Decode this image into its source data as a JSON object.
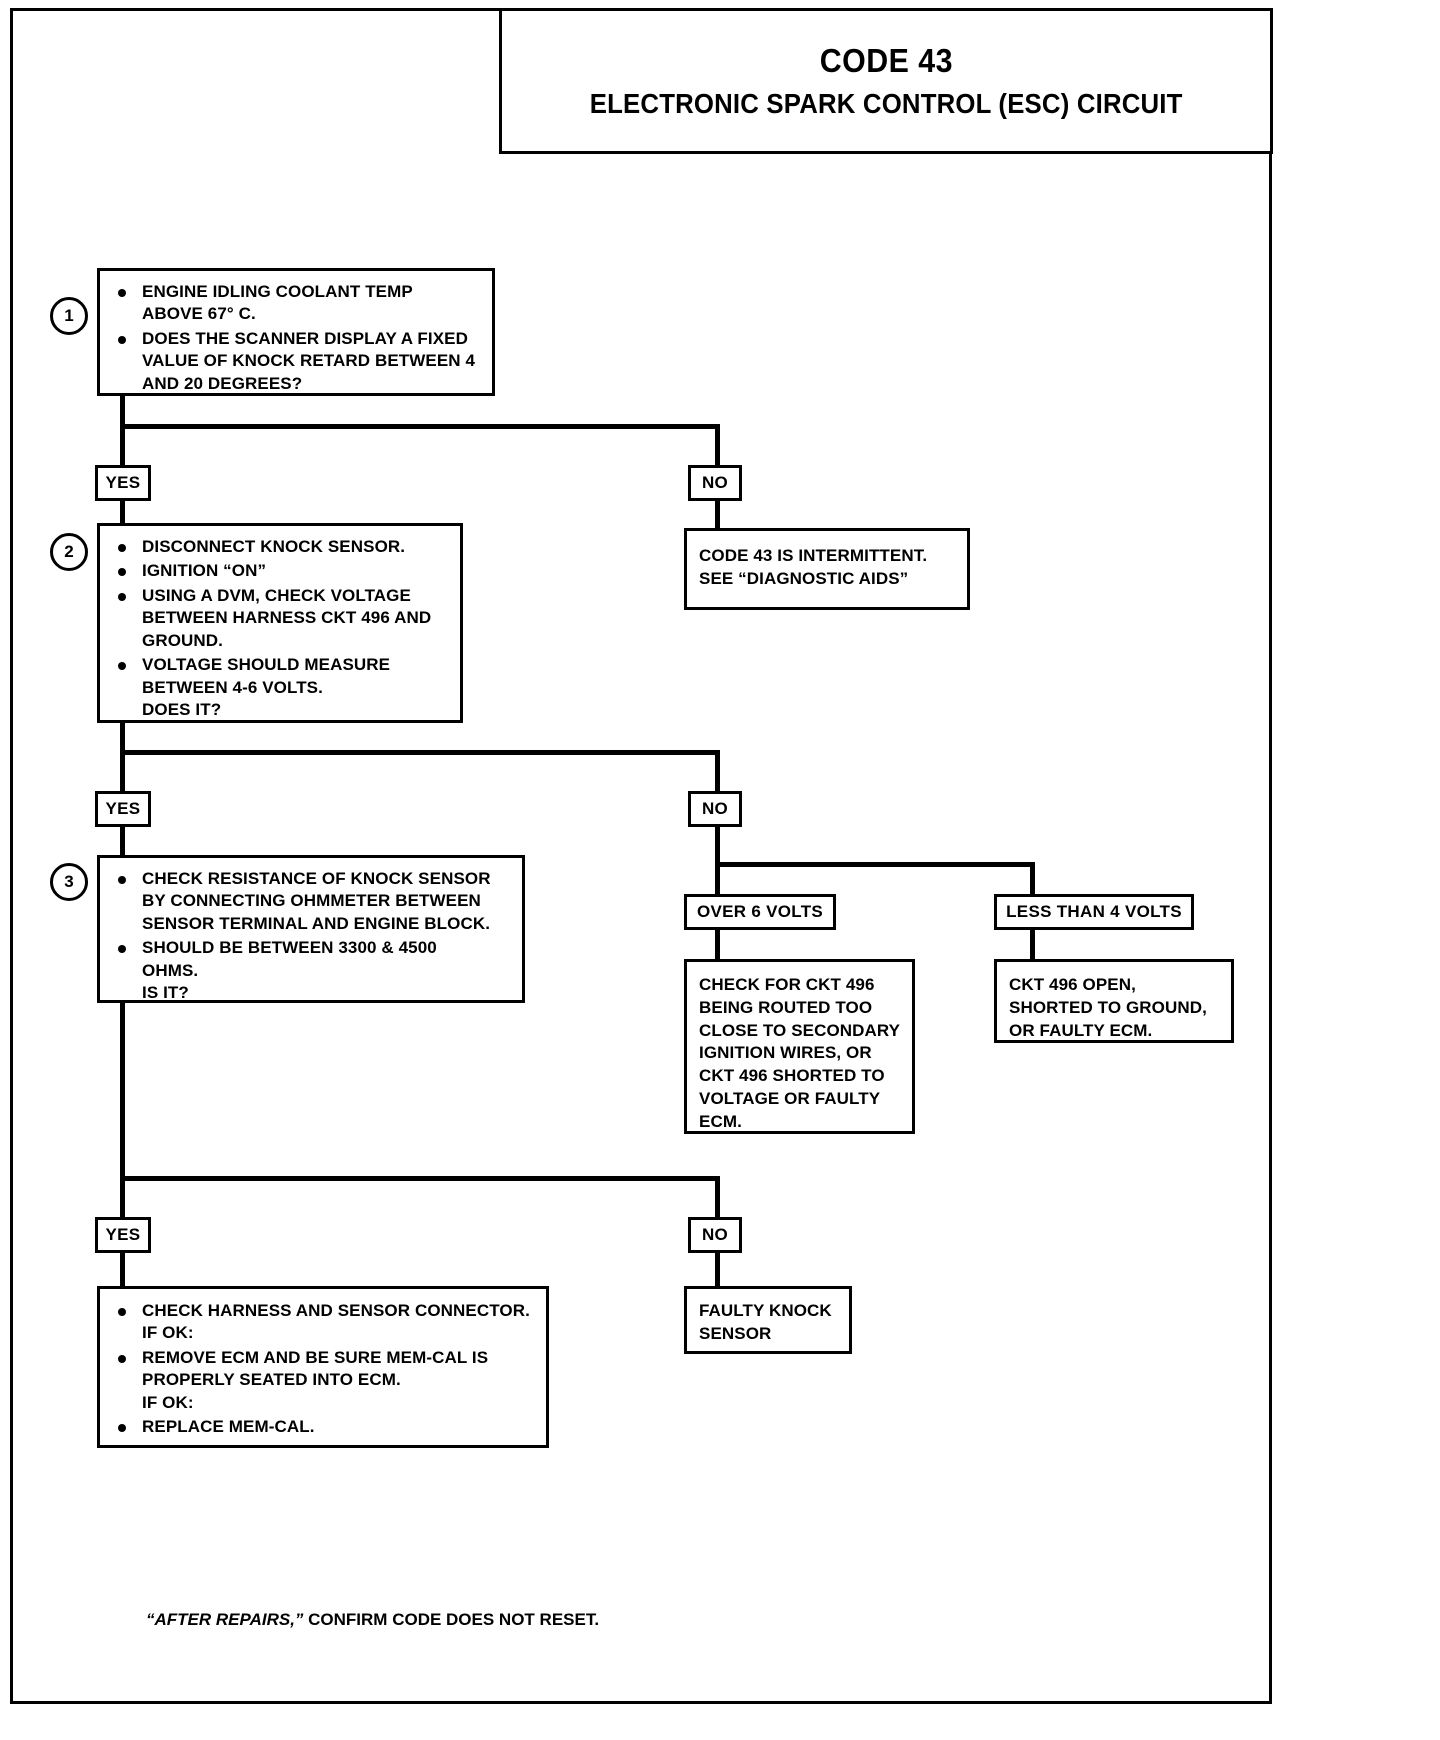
{
  "title": {
    "code": "CODE 43",
    "subtitle": "ELECTRONIC SPARK CONTROL (ESC) CIRCUIT"
  },
  "steps": [
    {
      "number": "1",
      "bullets": [
        [
          "ENGINE IDLING COOLANT TEMP",
          "ABOVE 67° C."
        ],
        [
          "DOES THE SCANNER  DISPLAY A FIXED",
          "VALUE OF KNOCK RETARD BETWEEN 4",
          "AND 20 DEGREES?"
        ]
      ]
    },
    {
      "number": "2",
      "bullets": [
        [
          "DISCONNECT KNOCK SENSOR."
        ],
        [
          "IGNITION “ON”"
        ],
        [
          "USING A DVM, CHECK VOLTAGE",
          "BETWEEN HARNESS CKT 496 AND",
          "GROUND."
        ],
        [
          "VOLTAGE SHOULD MEASURE",
          "BETWEEN 4-6 VOLTS.",
          "DOES IT?"
        ]
      ]
    },
    {
      "number": "3",
      "bullets": [
        [
          "CHECK RESISTANCE OF KNOCK SENSOR",
          "BY CONNECTING OHMMETER BETWEEN",
          "SENSOR TERMINAL AND ENGINE BLOCK."
        ],
        [
          "SHOULD BE BETWEEN 3300 & 4500",
          "OHMS.",
          "IS IT?"
        ]
      ]
    }
  ],
  "branch_labels": {
    "yes1": "YES",
    "no1": "NO",
    "yes2": "YES",
    "no2": "NO",
    "yes3": "YES",
    "no3": "NO",
    "over6": "OVER 6 VOLTS",
    "less4": "LESS THAN 4 VOLTS"
  },
  "outcomes": {
    "intermittent": [
      "CODE 43 IS INTERMITTENT.",
      "SEE “DIAGNOSTIC AIDS”"
    ],
    "over6_result": [
      "CHECK FOR CKT 496",
      "BEING ROUTED TOO",
      "CLOSE TO SECONDARY",
      "IGNITION WIRES, OR",
      "CKT 496 SHORTED TO",
      "VOLTAGE OR FAULTY",
      "ECM."
    ],
    "less4_result": [
      "CKT 496 OPEN,",
      "SHORTED TO GROUND,",
      "OR FAULTY ECM."
    ],
    "faulty_sensor": [
      "FAULTY KNOCK",
      "SENSOR"
    ],
    "final_bullets": [
      [
        "CHECK HARNESS AND SENSOR CONNECTOR.",
        "IF OK:"
      ],
      [
        "REMOVE ECM AND BE SURE MEM-CAL IS",
        "PROPERLY SEATED INTO ECM.",
        "IF OK:"
      ],
      [
        "REPLACE MEM-CAL."
      ]
    ]
  },
  "footer": {
    "quoted": "“AFTER REPAIRS,”",
    "rest": " CONFIRM CODE DOES NOT RESET."
  },
  "colors": {
    "ink": "#000000",
    "paper": "#ffffff"
  }
}
